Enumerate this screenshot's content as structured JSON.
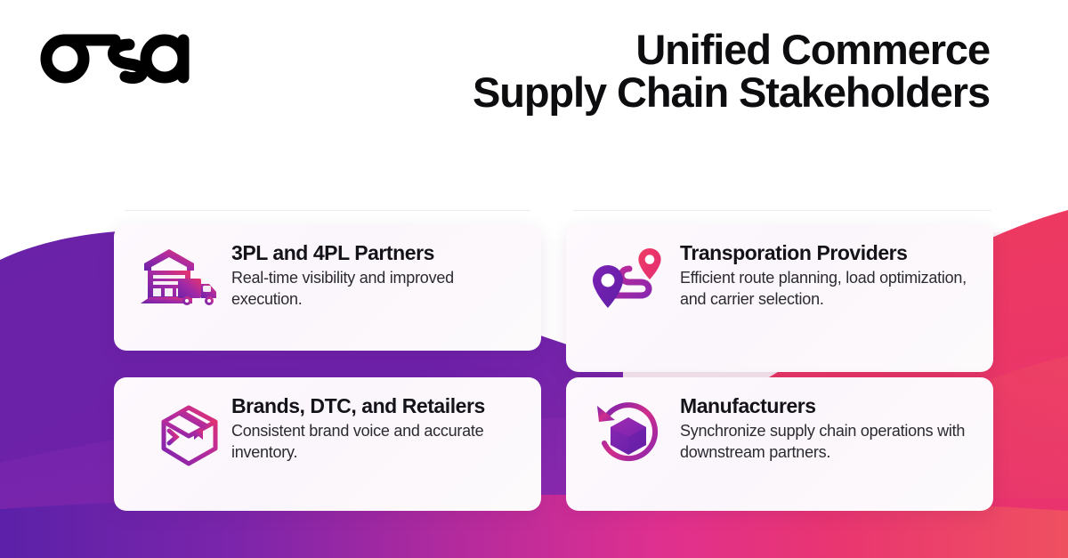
{
  "brand": {
    "logo_name": "osa-logo",
    "logo_text": "osa"
  },
  "header": {
    "title_line1": "Unified Commerce",
    "title_line2": "Supply Chain Stakeholders"
  },
  "colors": {
    "purple_deep": "#5B21A8",
    "purple": "#6A1FA8",
    "magenta": "#D92C8C",
    "pink": "#E8336E",
    "coral": "#EF4B60",
    "violet": "#7B2FB5",
    "card_bg": "#FBF6FB",
    "title_text": "#0D0D0F",
    "body_text": "#2B2A31",
    "rule": "#EFEDF2"
  },
  "cards": [
    {
      "id": "3pl-4pl-partners",
      "icon": "warehouse-truck-icon",
      "title": "3PL and 4PL Partners",
      "description": "Real-time visibility and improved execution."
    },
    {
      "id": "transportation-providers",
      "icon": "route-map-pins-icon",
      "title": "Transporation Providers",
      "description": "Efficient route planning, load optimization, and carrier selection."
    },
    {
      "id": "brands-dtc-retailers",
      "icon": "fast-shipping-box-icon",
      "title": "Brands, DTC, and Retailers",
      "description": "Consistent brand voice and accurate inventory."
    },
    {
      "id": "manufacturers",
      "icon": "sync-cube-icon",
      "title": "Manufacturers",
      "description": "Synchronize supply chain operations with downstream partners."
    }
  ]
}
